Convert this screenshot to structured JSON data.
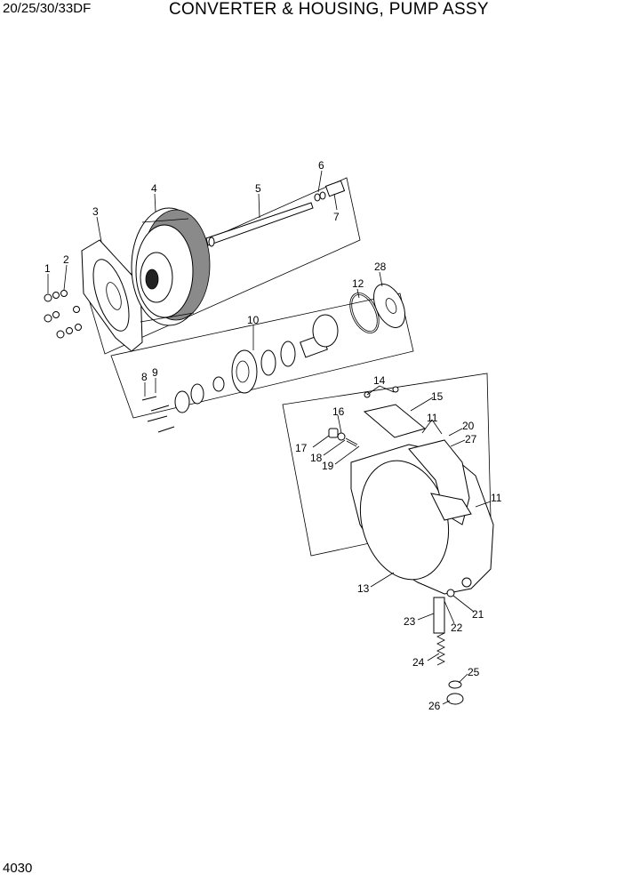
{
  "header": {
    "model": "20/25/30/33DF",
    "title": "CONVERTER & HOUSING, PUMP ASSY"
  },
  "footer": {
    "page_number": "4030"
  },
  "callouts": [
    "1",
    "2",
    "3",
    "4",
    "5",
    "6",
    "7",
    "8",
    "9",
    "10",
    "11",
    "11",
    "11",
    "12",
    "13",
    "14",
    "15",
    "16",
    "17",
    "18",
    "19",
    "20",
    "21",
    "22",
    "23",
    "24",
    "25",
    "26",
    "27",
    "28"
  ]
}
